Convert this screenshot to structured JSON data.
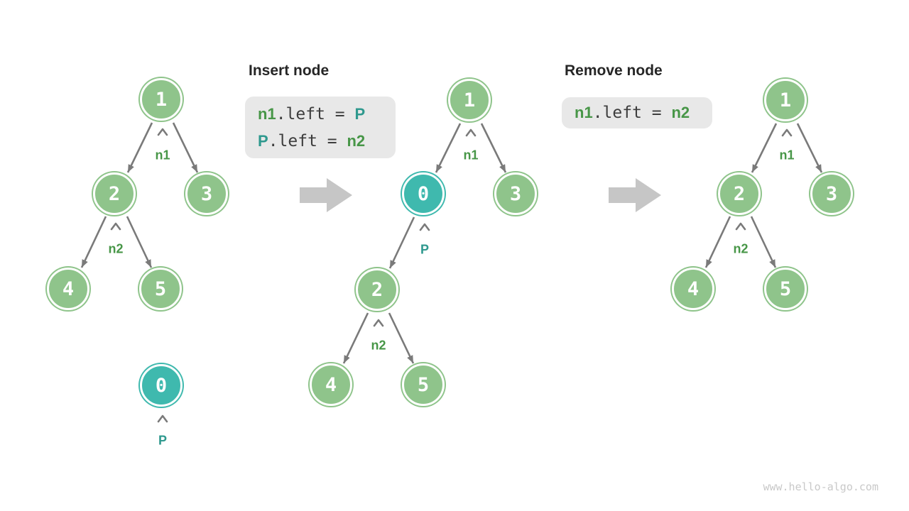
{
  "palette": {
    "node-green": "#8FC48B",
    "node-teal": "#3FB9AE",
    "text-green": "#479647",
    "text-teal": "#2F998E",
    "edge-gray": "#7A7A7A",
    "block-arrow-gray": "#C6C6C6",
    "code-bg": "#E8E8E8",
    "code-text": "#3D3D3D",
    "title-text": "#262626",
    "watermark-gray": "#C9C9C9"
  },
  "sections": {
    "insert": {
      "title": "Insert node",
      "code": {
        "line1": {
          "lhs": "n1",
          "mid": ".left = ",
          "rhs": "P"
        },
        "line2": {
          "lhs": "P",
          "mid": ".left = ",
          "rhs": "n2"
        }
      }
    },
    "remove": {
      "title": "Remove node",
      "code": {
        "line1": {
          "lhs": "n1",
          "mid": ".left = ",
          "rhs": "n2"
        }
      }
    }
  },
  "trees": {
    "before": {
      "nodes": [
        "1",
        "2",
        "3",
        "4",
        "5"
      ],
      "pointers": {
        "n1": "n1",
        "n2": "n2"
      }
    },
    "detached": {
      "node": "0",
      "pointer": "P"
    },
    "after_insert": {
      "nodes": [
        "1",
        "0",
        "3",
        "2",
        "4",
        "5"
      ],
      "pointers": {
        "n1": "n1",
        "p": "P",
        "n2": "n2"
      }
    },
    "after_remove": {
      "nodes": [
        "1",
        "2",
        "3",
        "4",
        "5"
      ],
      "pointers": {
        "n1": "n1",
        "n2": "n2"
      }
    }
  },
  "watermark": "www.hello-algo.com"
}
